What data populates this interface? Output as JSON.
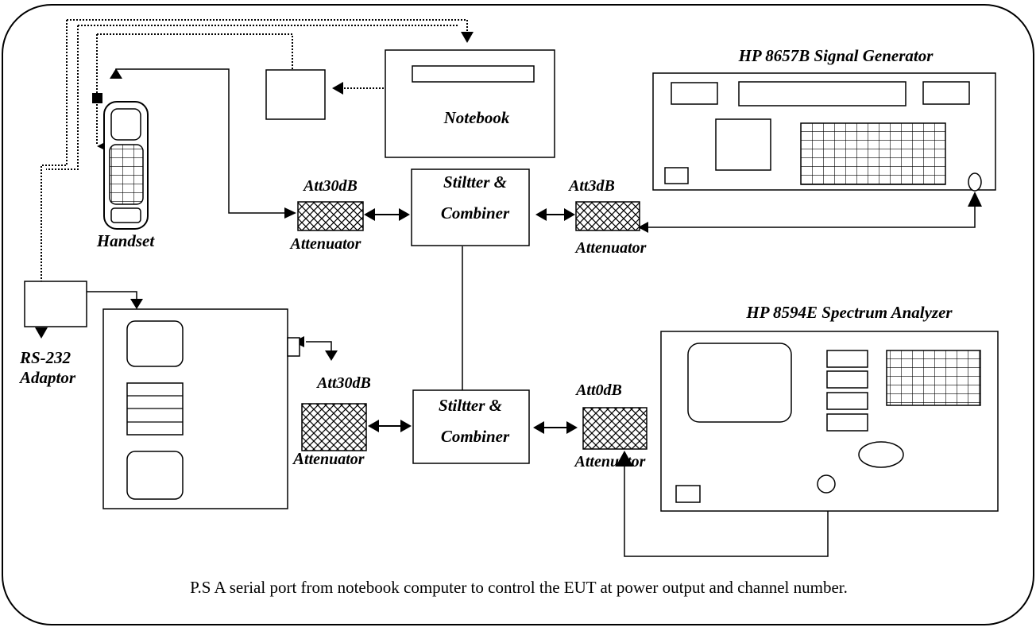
{
  "devices": {
    "notebook": "Notebook",
    "handset": "Handset",
    "rs232_line1": "RS-232",
    "rs232_line2": "Adaptor",
    "signal_generator": "HP 8657B Signal Generator",
    "spectrum_analyzer": "HP 8594E Spectrum Analyzer"
  },
  "combiner_top": {
    "line1": "Stiltter &",
    "line2": "Combiner"
  },
  "combiner_bottom": {
    "line1": "Stiltter &",
    "line2": "Combiner"
  },
  "attenuators": {
    "top_left_value": "Att30dB",
    "top_right_value": "Att3dB",
    "bottom_left_value": "Att30dB",
    "bottom_right_value": "Att0dB",
    "label": "Attenuator",
    "bottom_left_label_first": "A",
    "bottom_left_label_rest": "ttenuator"
  },
  "footnote": "P.S A serial port from notebook computer to control the EUT at power output and channel number."
}
